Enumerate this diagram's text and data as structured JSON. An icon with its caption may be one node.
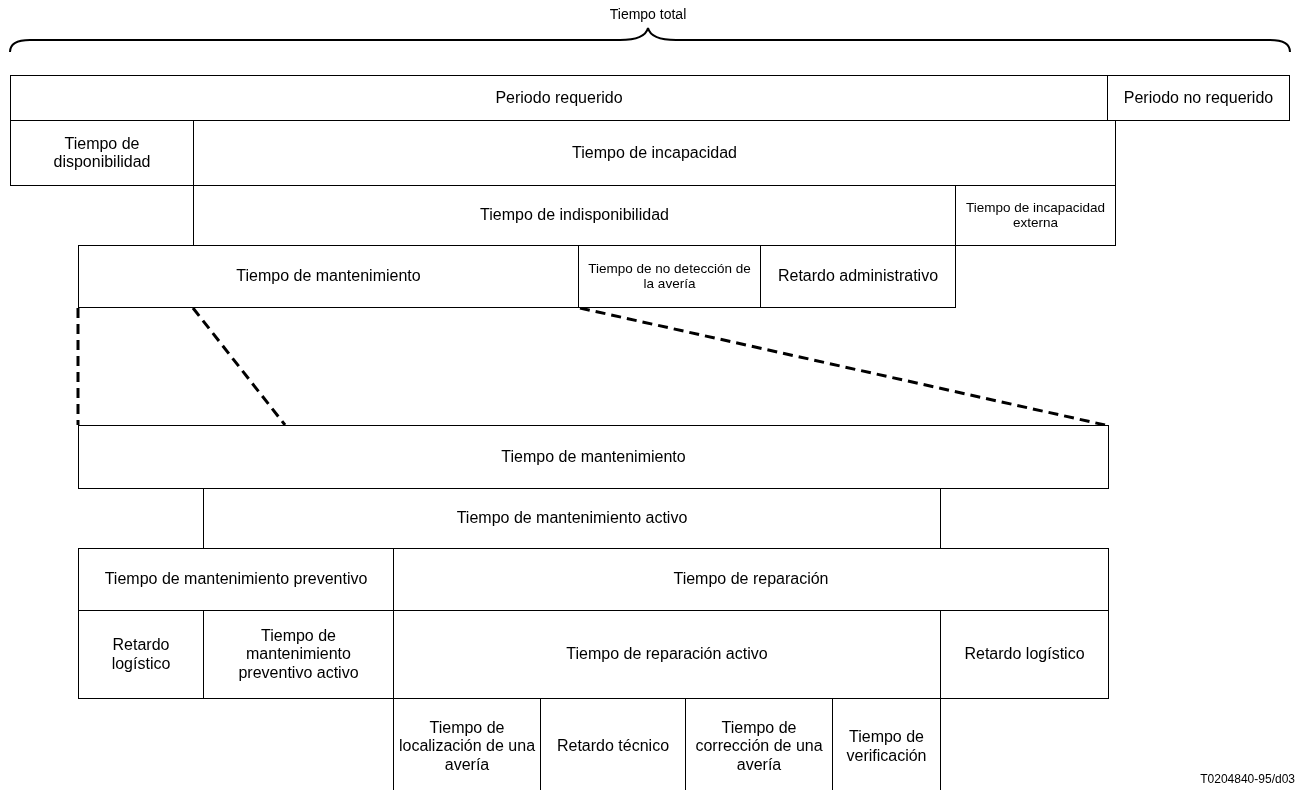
{
  "diagram": {
    "nodes": [
      {
        "text": [
          "Periodo requerido"
        ]
      },
      {
        "text": [
          "Periodo no requerido"
        ]
      },
      {
        "text": [
          "Tiempo de disponibilidad"
        ]
      },
      {
        "text": [
          "Tiempo de incapacidad"
        ]
      },
      {
        "text": [
          "Tiempo de indisponibilidad"
        ]
      },
      {
        "text": [
          "Tiempo de incapacidad externa"
        ]
      },
      {
        "text": [
          "Tiempo de mantenimiento"
        ]
      },
      {
        "text": [
          "Tiempo de no detección de la avería"
        ]
      },
      {
        "text": [
          "Retardo administrativo"
        ]
      },
      {
        "text": [
          "Tiempo de mantenimiento"
        ]
      },
      {
        "text": [
          "Tiempo de mantenimiento activo"
        ]
      },
      {
        "text": [
          "Tiempo de mantenimiento preventivo"
        ]
      },
      {
        "text": [
          "Tiempo de reparación"
        ]
      },
      {
        "text": [
          "Retardo logístico"
        ]
      },
      {
        "text": [
          "Tiempo de mantenimiento preventivo activo"
        ]
      },
      {
        "text": [
          "Tiempo de reparación activo"
        ]
      },
      {
        "text": [
          "Retardo logístico"
        ]
      },
      {
        "text": [
          "Tiempo de localización de una avería"
        ]
      },
      {
        "text": [
          "Retardo técnico"
        ]
      },
      {
        "text": [
          "Tiempo de corrección de una avería"
        ]
      },
      {
        "text": [
          "Tiempo de verificación"
        ]
      }
    ],
    "edges": [
      {
        "from": 6,
        "to": 9,
        "arrow": "none",
        "style": "dashed"
      },
      {
        "from": 6,
        "to": 9,
        "arrow": "none",
        "style": "dashed"
      },
      {
        "from": 6,
        "to": 9,
        "arrow": "none",
        "style": "dashed"
      }
    ],
    "labels": [
      "Tiempo total",
      "T0204840-95/d03"
    ]
  }
}
